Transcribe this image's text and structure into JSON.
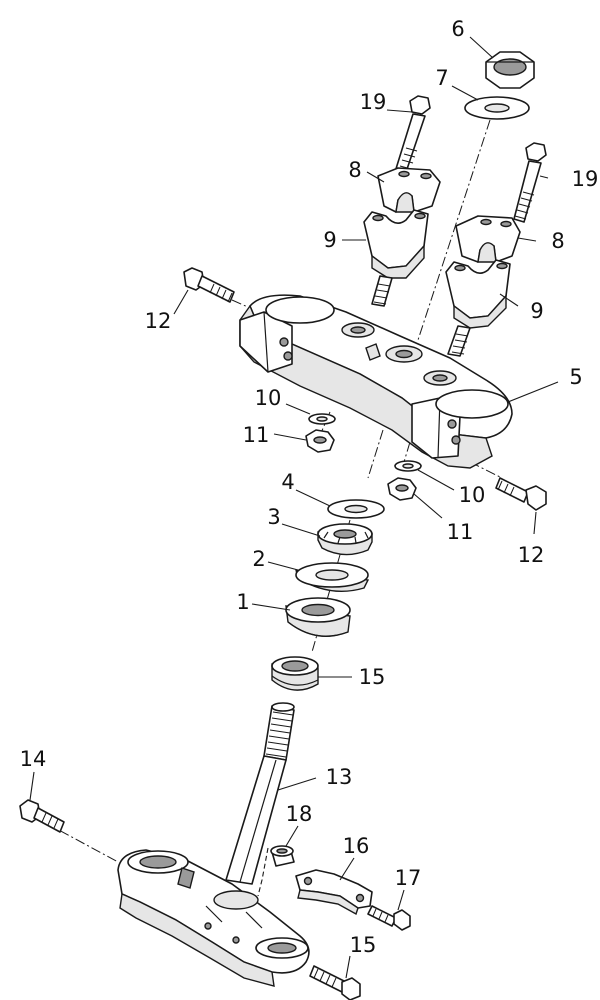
{
  "diagram": {
    "callouts": [
      "1",
      "2",
      "3",
      "4",
      "5",
      "6",
      "7",
      "8",
      "8",
      "9",
      "9",
      "10",
      "10",
      "11",
      "11",
      "12",
      "12",
      "13",
      "14",
      "15",
      "15",
      "16",
      "17",
      "18",
      "19",
      "19"
    ]
  }
}
